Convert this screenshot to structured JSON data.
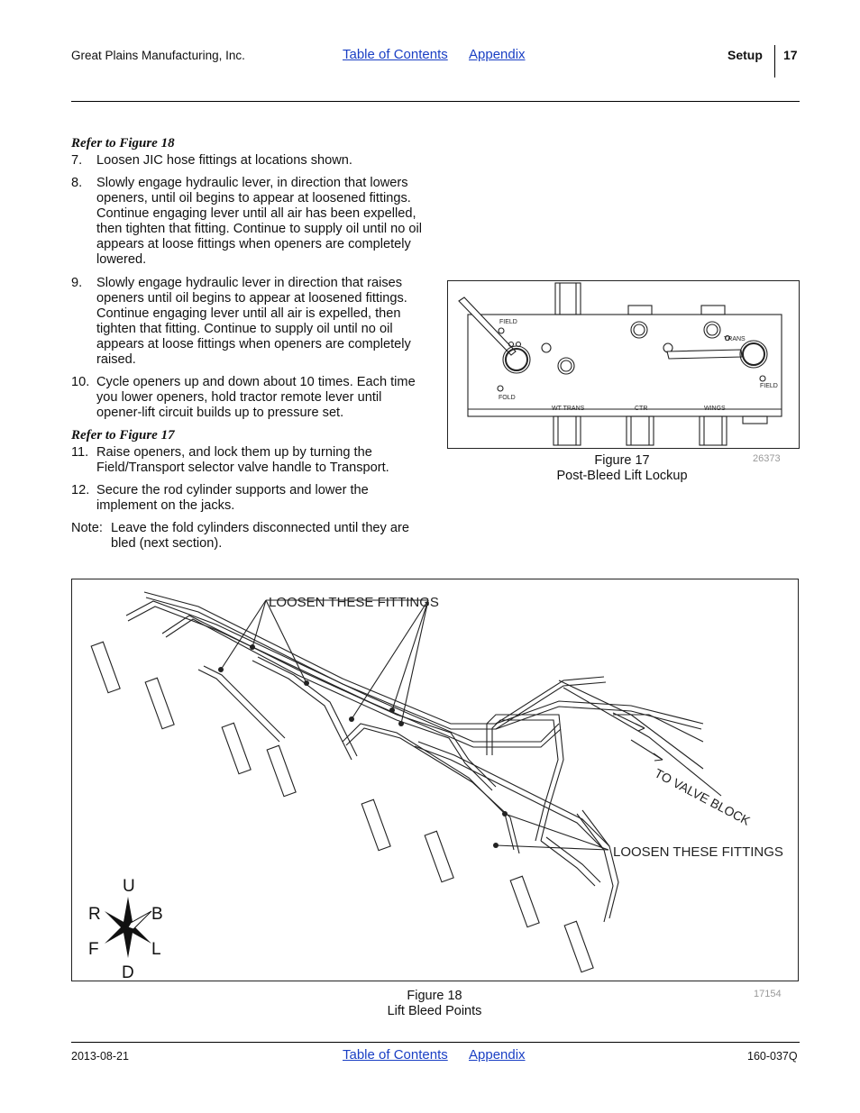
{
  "header": {
    "company": "Great Plains Manufacturing, Inc.",
    "toc_link": "Table of Contents",
    "appendix_link": "Appendix",
    "section": "Setup",
    "page_number": "17"
  },
  "body": {
    "ref18": "Refer to Figure 18",
    "steps_a": [
      {
        "num": "7.",
        "text": "Loosen JIC hose fittings at locations shown."
      },
      {
        "num": "8.",
        "text": "Slowly engage hydraulic lever, in direction that lowers openers, until oil begins to appear at loosened fittings. Continue engaging lever until all air has been expelled, then tighten that fitting. Continue to supply oil until no oil appears at loose fittings when openers are completely lowered."
      },
      {
        "num": "9.",
        "text": "Slowly engage hydraulic lever in direction that raises openers until oil begins to appear at loosened fittings. Continue engaging lever until all air is expelled, then tighten that fitting. Continue to supply oil until no oil appears at loose fittings when openers are completely raised."
      },
      {
        "num": "10.",
        "text": "Cycle openers up and down about 10 times. Each time you lower openers, hold tractor remote lever until opener-lift circuit builds up to pressure set."
      }
    ],
    "ref17": "Refer to Figure 17",
    "steps_b": [
      {
        "num": "11.",
        "text": "Raise openers, and lock them up by turning the Field/Transport selector valve handle to Transport."
      },
      {
        "num": "12.",
        "text": "Secure the rod cylinder supports and lower the implement on the jacks."
      }
    ],
    "note_label": "Note:",
    "note_text": "Leave the fold cylinders disconnected until they are bled (next section)."
  },
  "figure17": {
    "number": "Figure 17",
    "title": "Post-Bleed Lift Lockup",
    "image_id": "26373",
    "labels": {
      "field_left": "FIELD",
      "fold": "FOLD",
      "trans": "TRANS",
      "field_right": "FIELD",
      "wt_trans": "WT  TRANS",
      "ctr": "CTR",
      "wings": "WINGS"
    }
  },
  "figure18": {
    "number": "Figure 18",
    "title": "Lift Bleed Points",
    "image_id": "17154",
    "callout_top": "LOOSEN THESE FITTINGS",
    "callout_bottom": "LOOSEN THESE FITTINGS",
    "to_valve_block": "TO VALVE BLOCK",
    "compass": {
      "u": "U",
      "d": "D",
      "r": "R",
      "b": "B",
      "f": "F",
      "l": "L"
    }
  },
  "footer": {
    "date": "2013-08-21",
    "toc_link": "Table of Contents",
    "appendix_link": "Appendix",
    "doc_number": "160-037Q"
  }
}
